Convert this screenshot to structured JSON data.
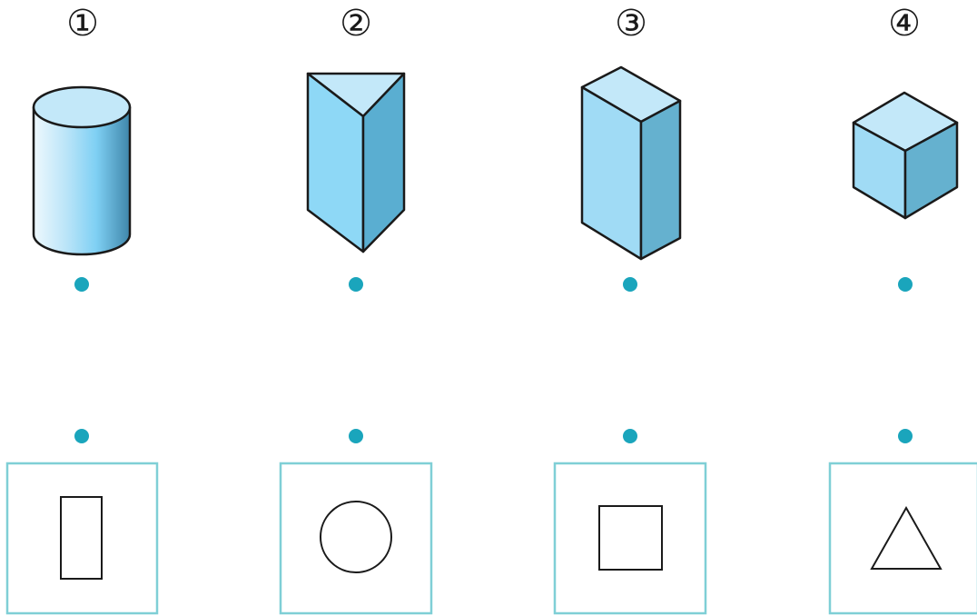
{
  "labels": [
    "①",
    "②",
    "③",
    "④"
  ],
  "solids": [
    "cylinder",
    "triangular-prism",
    "rectangular-prism",
    "cube"
  ],
  "views": [
    "rectangle",
    "circle",
    "square",
    "triangle"
  ],
  "colors": {
    "outline": "#1a1a1a",
    "top_face": "#c3e8f9",
    "front_face": "#8ed8f6",
    "side_face": "#5aaed1",
    "dot": "#1aa5bc",
    "box_border": "#7fcfd6"
  }
}
